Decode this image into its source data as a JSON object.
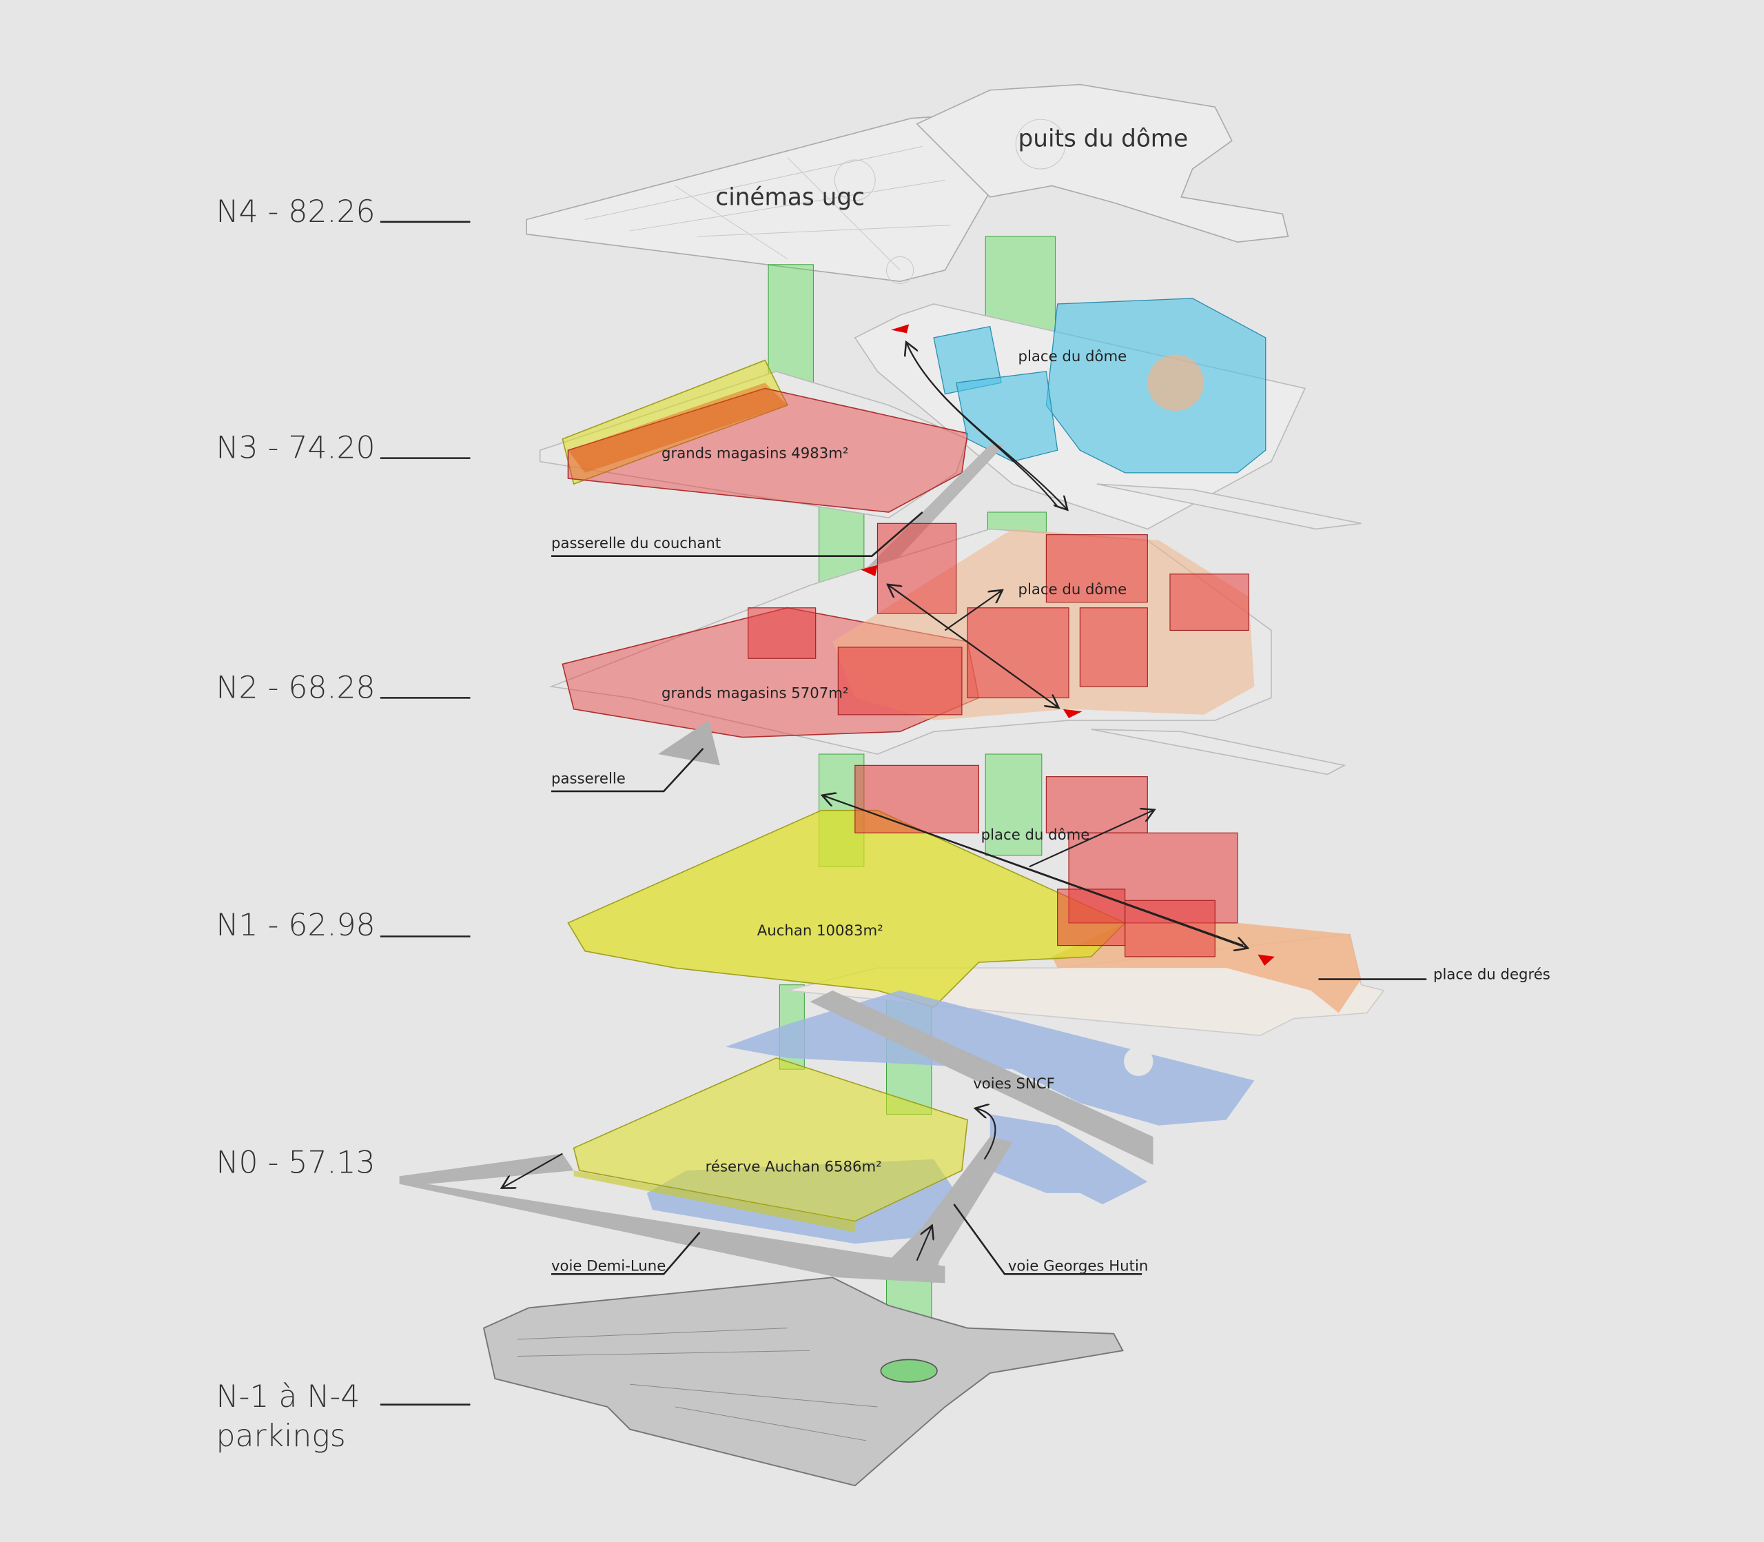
{
  "levels": [
    {
      "label": "N4 - 82.26"
    },
    {
      "label": "N3 - 74.20"
    },
    {
      "label": "N2 - 68.28"
    },
    {
      "label": "N1 - 62.98"
    },
    {
      "label": "N0 - 57.13"
    },
    {
      "label": "N-1 à N-4",
      "sub": "parkings"
    }
  ],
  "labels": {
    "cinemas": "cinémas ugc",
    "puits": "puits du dôme",
    "place_dome_n3": "place du dôme",
    "place_dome_n2": "place du dôme",
    "place_dome_n1": "place du dôme",
    "grands_magasins_n3": "grands magasins 4983m²",
    "grands_magasins_n2": "grands magasins 5707m²",
    "passerelle_couchant": "passerelle du couchant",
    "passerelle": "passerelle",
    "auchan": "Auchan 10083m²",
    "place_degres": "place du degrés",
    "voies_sncf": "voies SNCF",
    "reserve_auchan": "réserve Auchan  6586m²",
    "voie_demi_lune": "voie Demi-Lune",
    "voie_georges_hutin": "voie Georges Hutin"
  },
  "colors": {
    "background": "#e6e6e6",
    "commerce_red": "#e84040",
    "auchan_yellow": "#dede20",
    "vertical_green": "#3ddc3d",
    "leisure_blue": "#4ec3e6",
    "public_space_orange": "#f0b48a",
    "sncf_blue": "#9fb6e0",
    "road_grey": "#b4b4b4"
  }
}
